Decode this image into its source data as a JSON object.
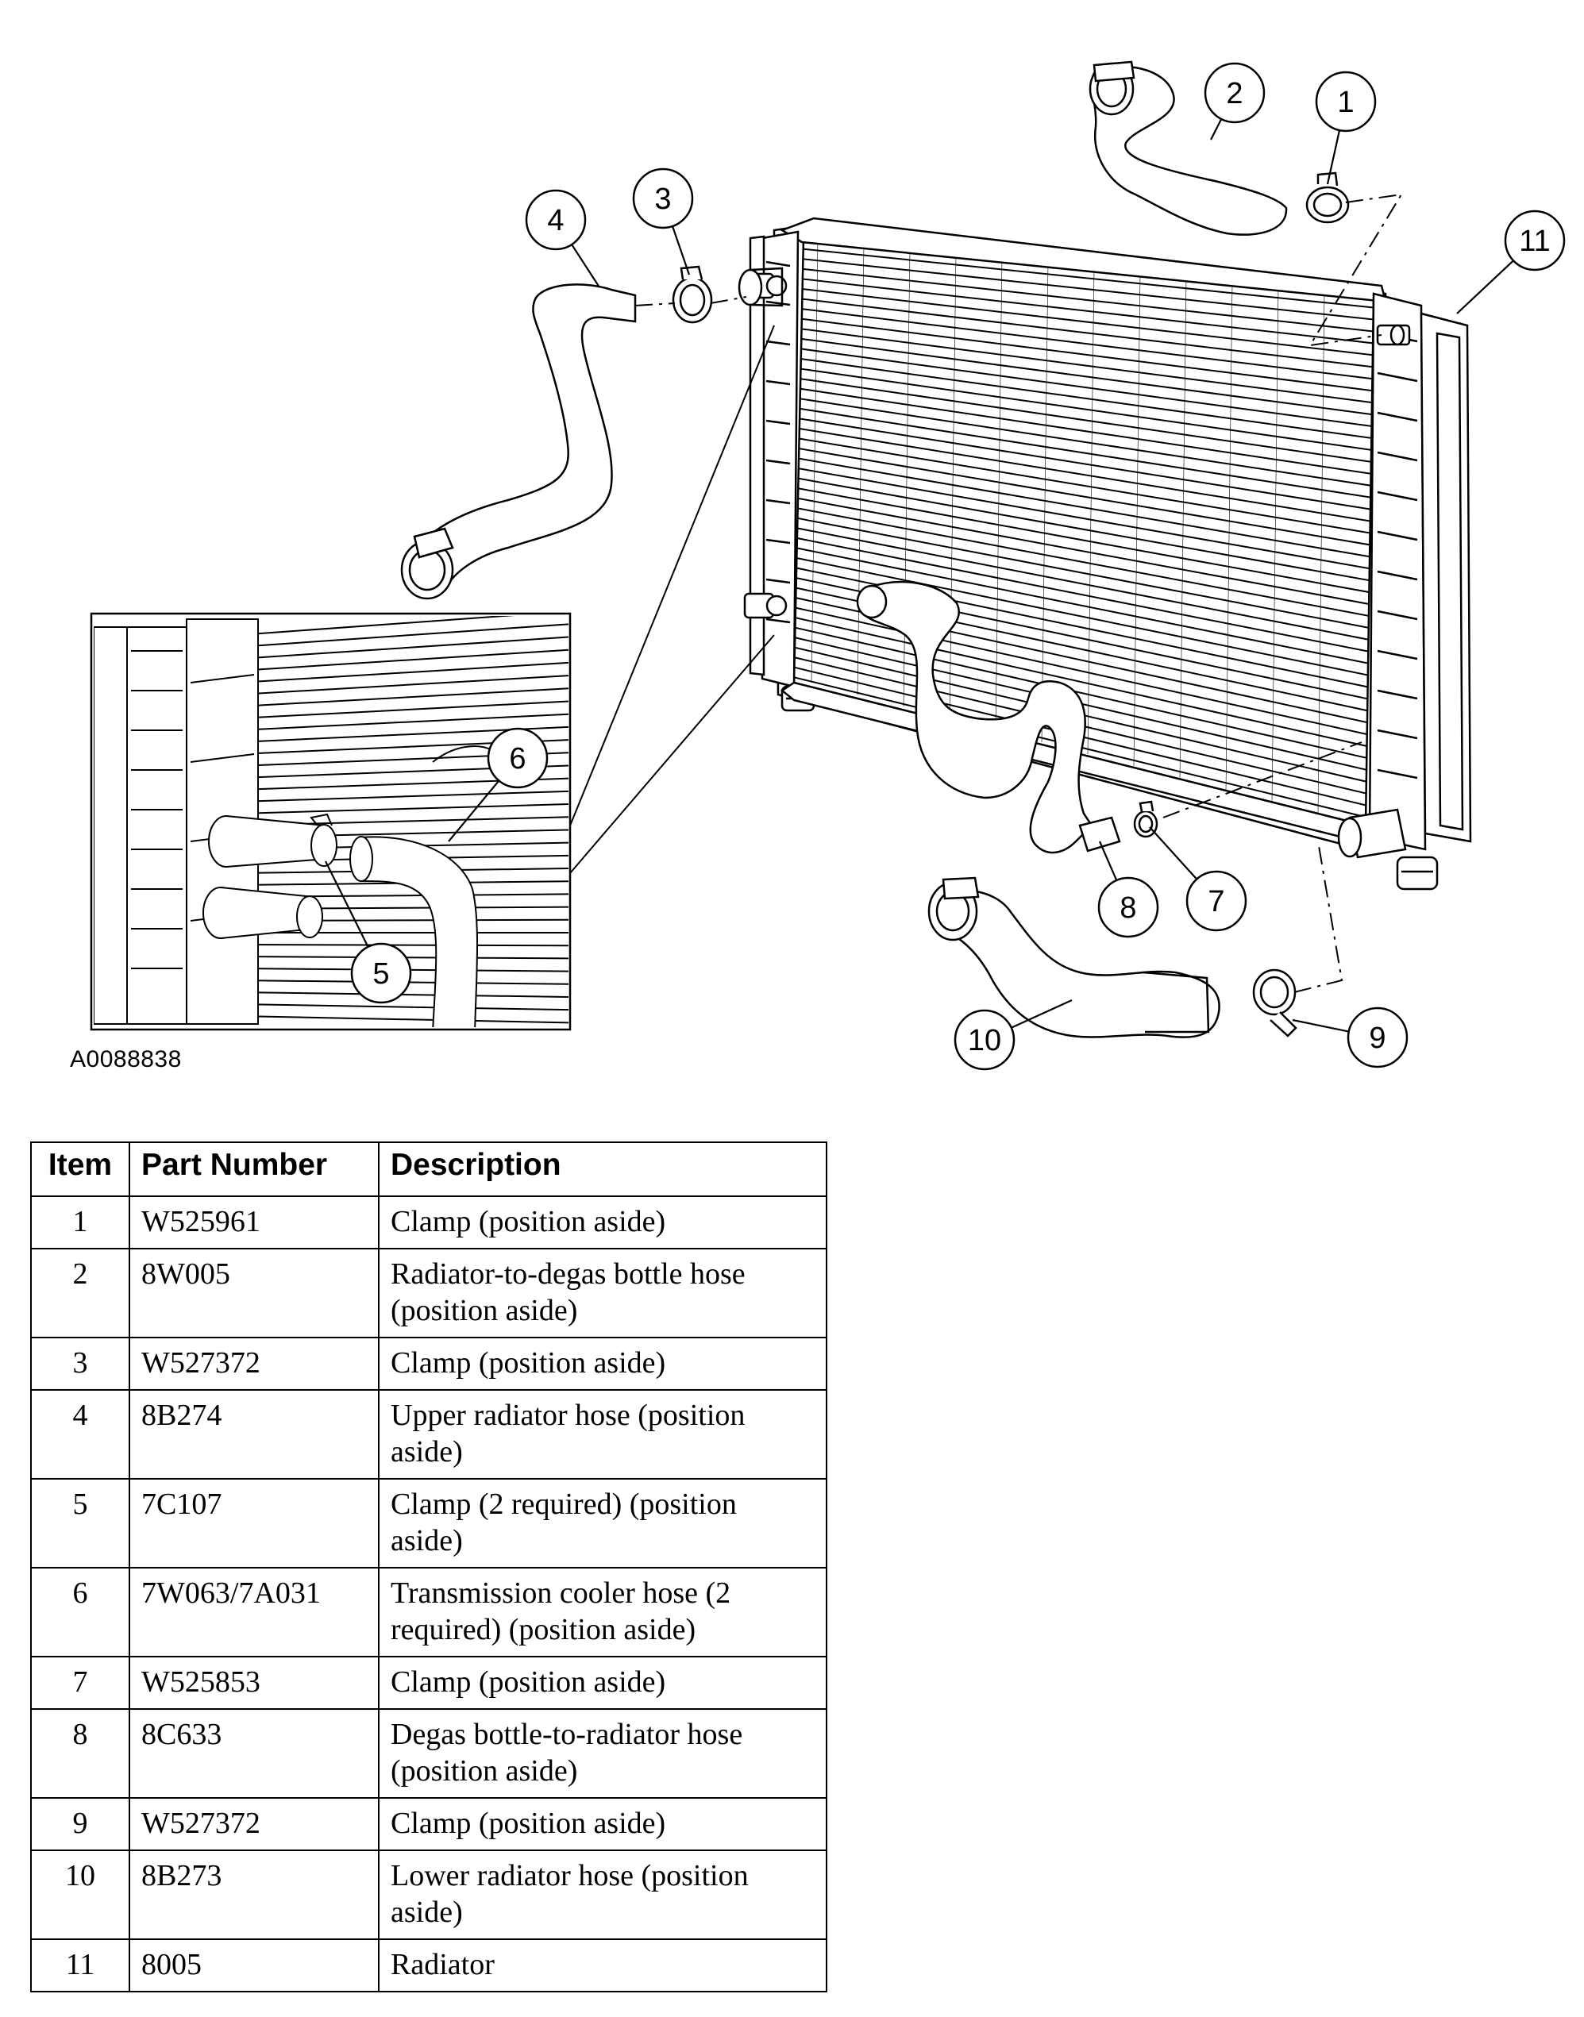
{
  "figure": {
    "id": "A0088838",
    "callouts": [
      {
        "num": "1"
      },
      {
        "num": "2"
      },
      {
        "num": "3"
      },
      {
        "num": "4"
      },
      {
        "num": "5"
      },
      {
        "num": "6"
      },
      {
        "num": "7"
      },
      {
        "num": "8"
      },
      {
        "num": "9"
      },
      {
        "num": "10"
      },
      {
        "num": "11"
      }
    ]
  },
  "table": {
    "headers": {
      "item": "Item",
      "part_number": "Part Number",
      "description": "Description"
    },
    "rows": [
      {
        "item": "1",
        "part_number": "W525961",
        "description": "Clamp (position aside)"
      },
      {
        "item": "2",
        "part_number": "8W005",
        "description": "Radiator-to-degas bottle hose (position aside)"
      },
      {
        "item": "3",
        "part_number": "W527372",
        "description": "Clamp (position aside)"
      },
      {
        "item": "4",
        "part_number": "8B274",
        "description": "Upper radiator hose (position aside)"
      },
      {
        "item": "5",
        "part_number": "7C107",
        "description": "Clamp (2 required) (position aside)"
      },
      {
        "item": "6",
        "part_number": "7W063/7A031",
        "description": "Transmission cooler hose (2 required) (position aside)"
      },
      {
        "item": "7",
        "part_number": "W525853",
        "description": "Clamp (position aside)"
      },
      {
        "item": "8",
        "part_number": "8C633",
        "description": "Degas bottle-to-radiator hose (position aside)"
      },
      {
        "item": "9",
        "part_number": "W527372",
        "description": "Clamp (position aside)"
      },
      {
        "item": "10",
        "part_number": "8B273",
        "description": "Lower radiator hose (position aside)"
      },
      {
        "item": "11",
        "part_number": "8005",
        "description": "Radiator"
      }
    ]
  }
}
